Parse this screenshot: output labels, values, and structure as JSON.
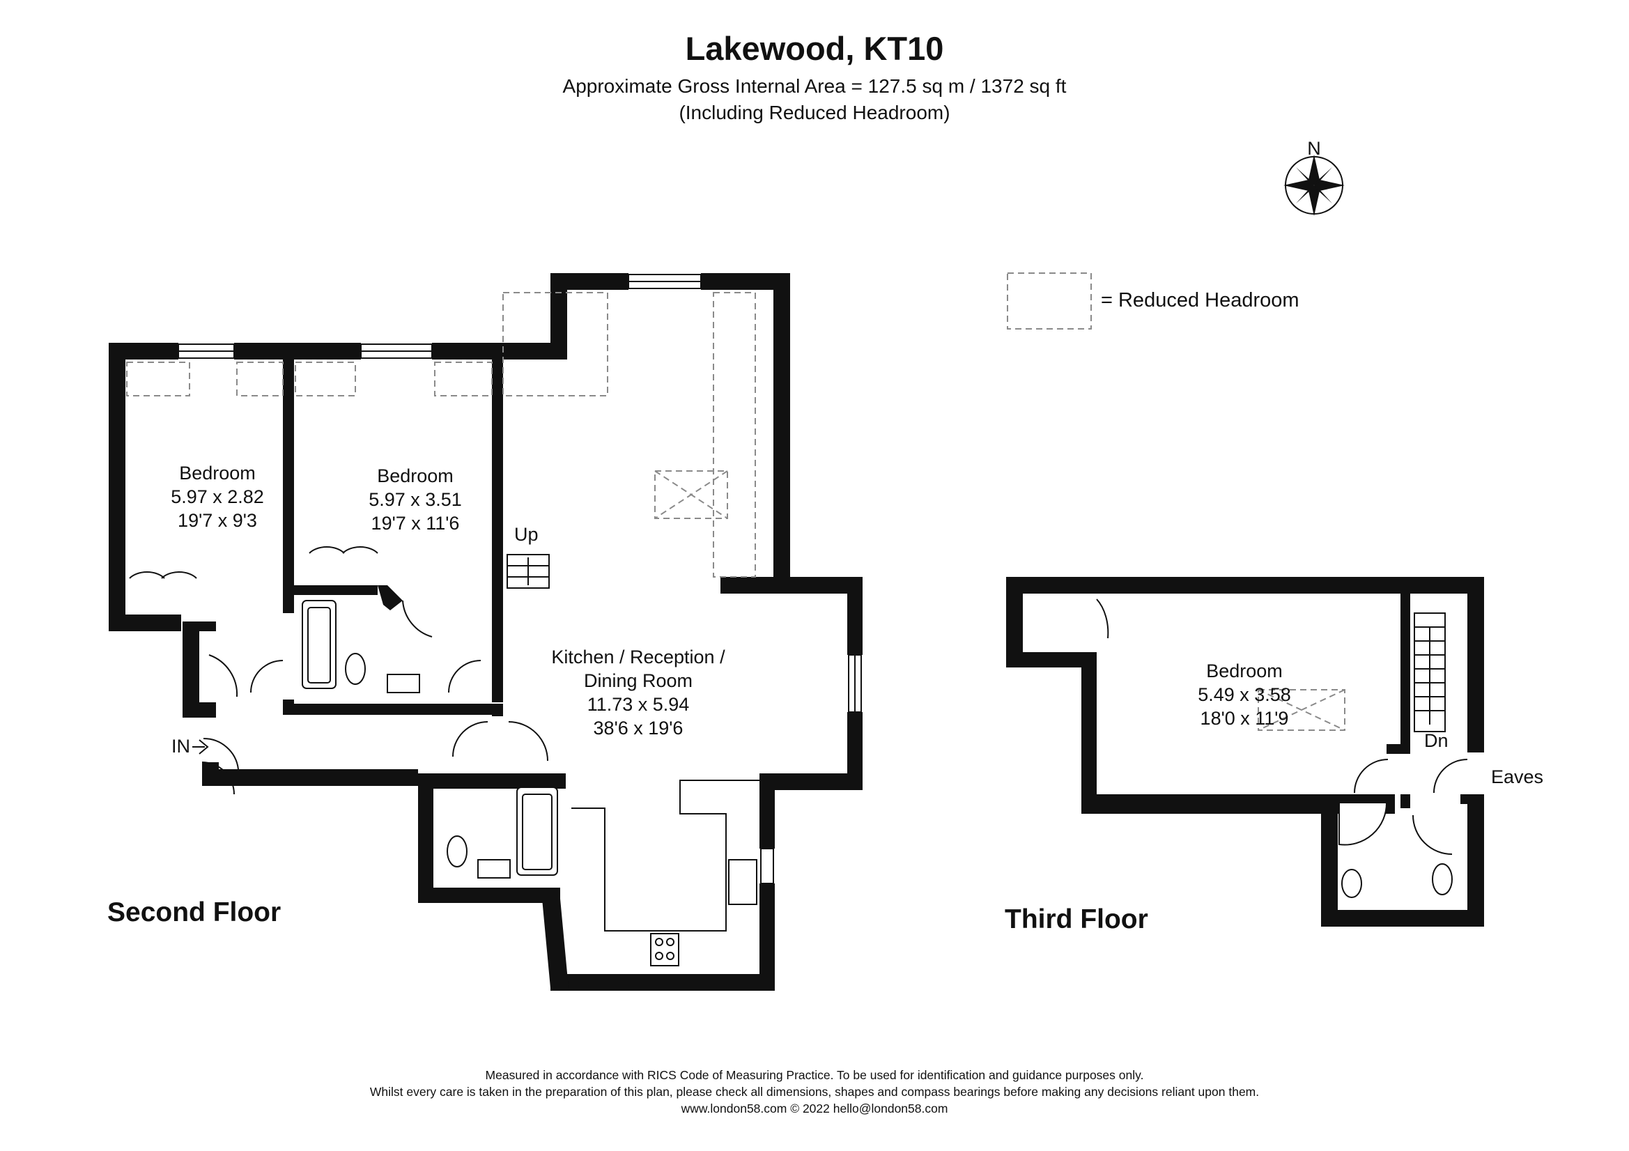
{
  "header": {
    "title": "Lakewood, KT10",
    "area_line": "Approximate Gross Internal Area = 127.5 sq m / 1372 sq ft",
    "headroom_note": "(Including Reduced Headroom)"
  },
  "compass": {
    "north_label": "N",
    "icon": "compass-rose-icon"
  },
  "legend": {
    "text": "= Reduced Headroom"
  },
  "second_floor": {
    "label": "Second Floor",
    "rooms": [
      {
        "name": "Bedroom",
        "metric": "5.97 x 2.82",
        "imperial": "19'7 x 9'3"
      },
      {
        "name": "Bedroom",
        "metric": "5.97 x 3.51",
        "imperial": "19'7 x 11'6"
      },
      {
        "name_line1": "Kitchen / Reception /",
        "name_line2": "Dining Room",
        "metric": "11.73 x 5.94",
        "imperial": "38'6 x 19'6"
      }
    ],
    "entrance_label": "IN",
    "stairs_label": "Up"
  },
  "third_floor": {
    "label": "Third Floor",
    "rooms": [
      {
        "name": "Bedroom",
        "metric": "5.49 x 3.58",
        "imperial": "18'0 x 11'9"
      }
    ],
    "stairs_label": "Dn",
    "eaves_label": "Eaves"
  },
  "footer": {
    "line1": "Measured in accordance with RICS Code of Measuring Practice. To be used for identification and guidance purposes only.",
    "line2": "Whilst every care is taken in the preparation of this plan, please check all dimensions, shapes and compass bearings before making any decisions reliant upon them.",
    "line3": "www.london58.com © 2022 hello@london58.com"
  }
}
